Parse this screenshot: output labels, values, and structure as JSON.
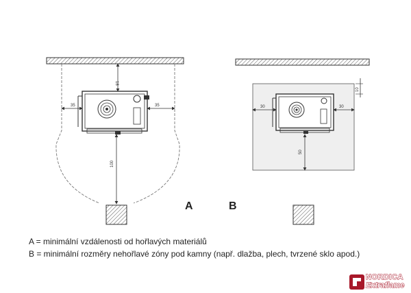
{
  "diagram": {
    "label_a": "A",
    "label_b": "B",
    "dim_a_top": "18",
    "dim_a_left": "35",
    "dim_a_right": "35",
    "dim_a_front": "100",
    "dim_b_top": "10",
    "dim_b_left": "30",
    "dim_b_right": "30",
    "dim_b_front": "50"
  },
  "legend": {
    "a": "A = minimální vzdálenosti od hořlavých materiálů",
    "b": "B = minimální rozměry nehořlavé zóny pod kamny (např. dlažba, plech, tvrzené sklo apod.)"
  },
  "logo": {
    "line1": "NORDICA",
    "line2": "Extraflame"
  },
  "colors": {
    "line": "#333333",
    "zone_fill": "#efefef",
    "brand": "#a8182a"
  }
}
